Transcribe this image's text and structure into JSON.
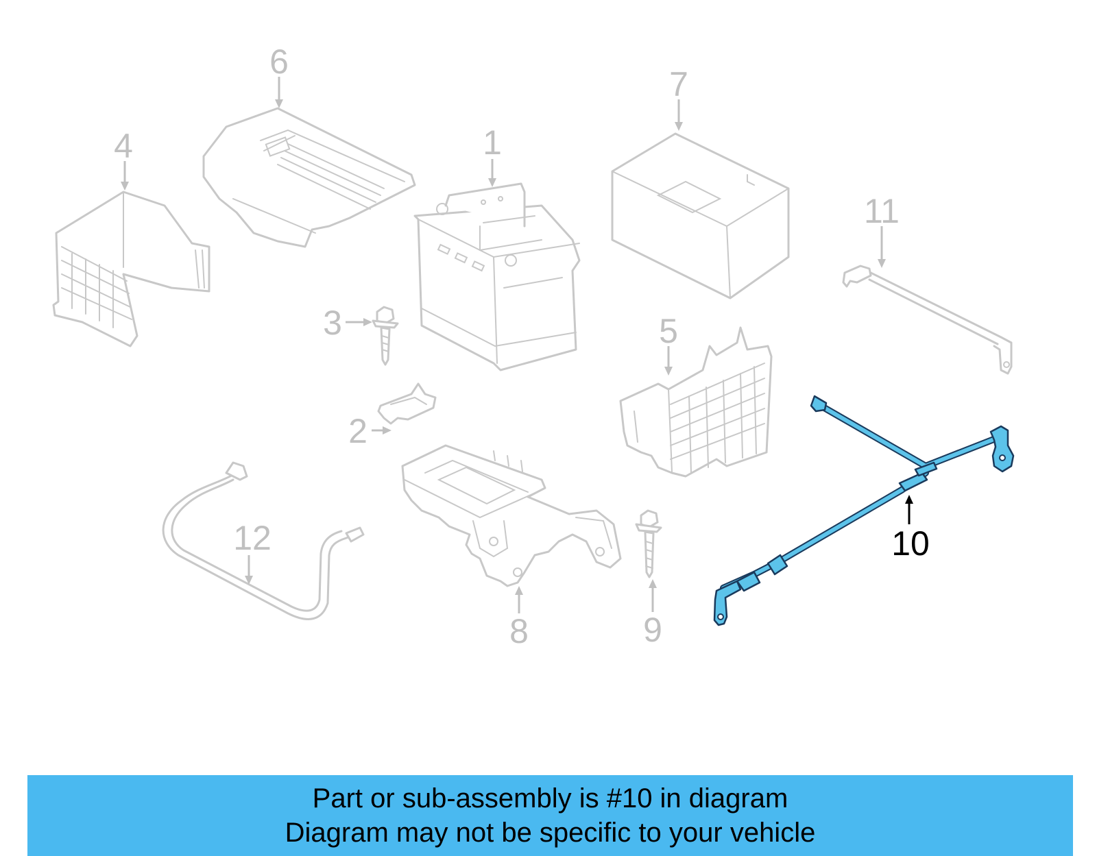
{
  "diagram": {
    "callouts": [
      {
        "id": "1",
        "label": "1"
      },
      {
        "id": "2",
        "label": "2"
      },
      {
        "id": "3",
        "label": "3"
      },
      {
        "id": "4",
        "label": "4"
      },
      {
        "id": "5",
        "label": "5"
      },
      {
        "id": "6",
        "label": "6"
      },
      {
        "id": "7",
        "label": "7"
      },
      {
        "id": "8",
        "label": "8"
      },
      {
        "id": "9",
        "label": "9"
      },
      {
        "id": "10",
        "label": "10"
      },
      {
        "id": "11",
        "label": "11"
      },
      {
        "id": "12",
        "label": "12"
      }
    ],
    "highlighted_part": "10",
    "colors": {
      "highlight": "#5cc3ea",
      "highlight_outline": "#1a3a5c",
      "inactive_parts": "#c8c8c8",
      "banner": "#4ab9f0"
    }
  },
  "banner": {
    "line1": "Part or sub-assembly is #10 in diagram",
    "line2": "Diagram may not be specific to your vehicle"
  }
}
